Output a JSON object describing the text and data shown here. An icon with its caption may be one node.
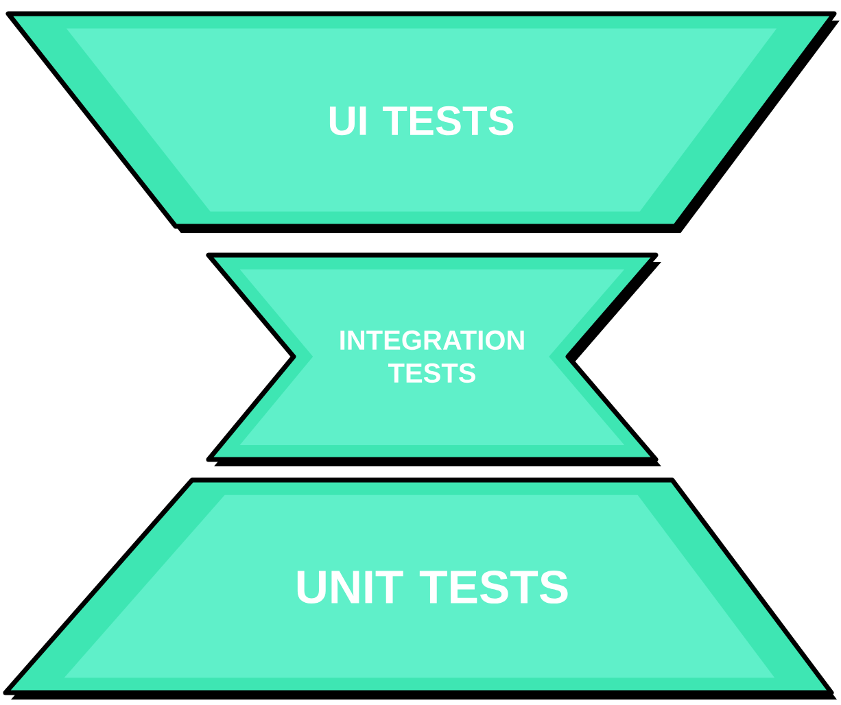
{
  "diagram": {
    "nodes": [
      {
        "text": [
          "UI TESTS"
        ]
      },
      {
        "text": [
          "INTEGRATION TESTS"
        ]
      },
      {
        "text": [
          "UNIT TESTS"
        ]
      }
    ]
  }
}
